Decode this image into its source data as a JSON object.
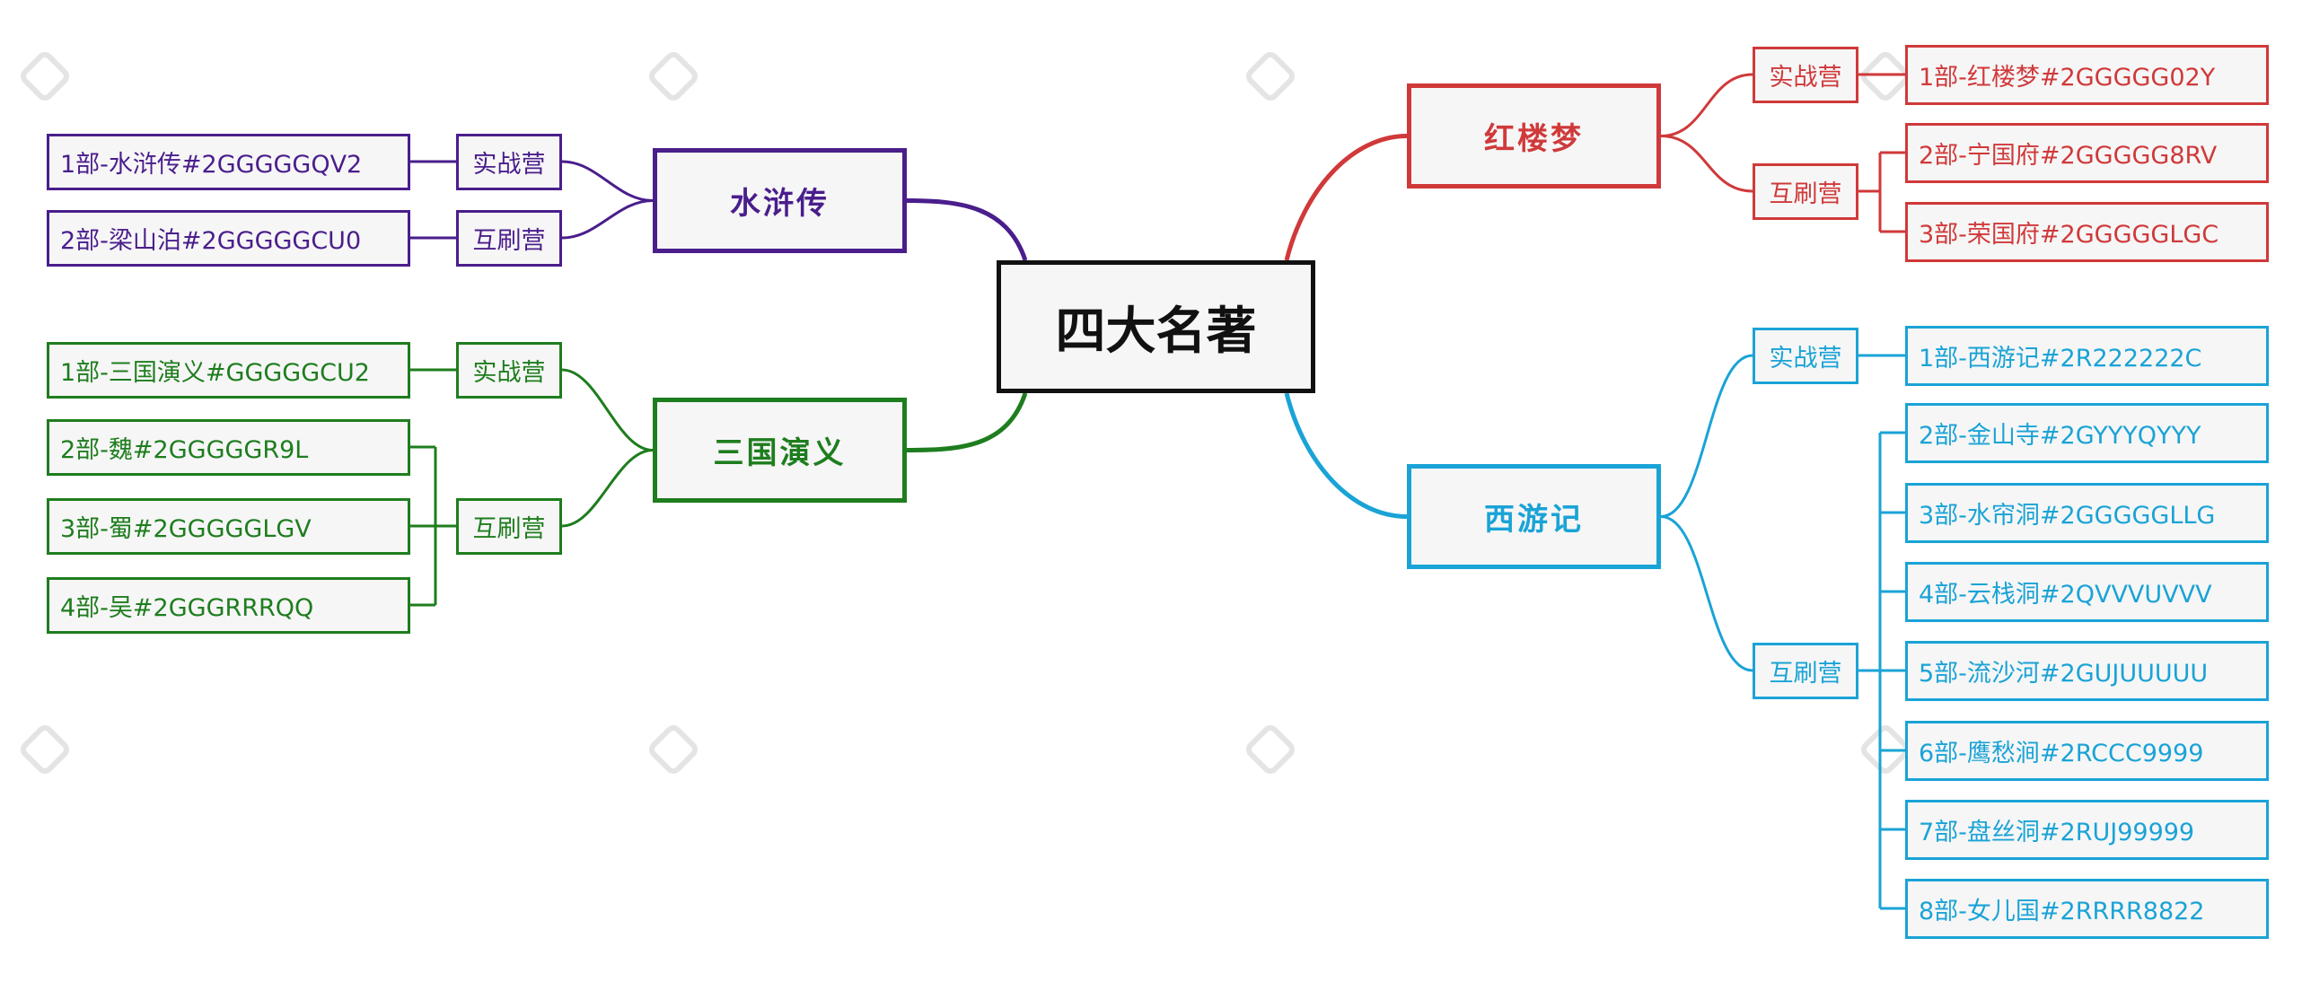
{
  "root": {
    "label": "四大名著",
    "color": "#111111"
  },
  "branches": [
    {
      "id": "shuihu",
      "label": "水浒传",
      "color": "#4a1e8c",
      "groups": [
        {
          "label": "实战营",
          "leaves": [
            "1部-水浒传#2GGGGGQV2"
          ]
        },
        {
          "label": "互刷营",
          "leaves": [
            "2部-梁山泊#2GGGGGCU0"
          ]
        }
      ]
    },
    {
      "id": "sanguo",
      "label": "三国演义",
      "color": "#1e7d1e",
      "groups": [
        {
          "label": "实战营",
          "leaves": [
            "1部-三国演义#GGGGGCU2"
          ]
        },
        {
          "label": "互刷营",
          "leaves": [
            "2部-魏#2GGGGGR9L",
            "3部-蜀#2GGGGGLGV",
            "4部-吴#2GGGRRRQQ"
          ]
        }
      ]
    },
    {
      "id": "honglou",
      "label": "红楼梦",
      "color": "#d0393a",
      "groups": [
        {
          "label": "实战营",
          "leaves": [
            "1部-红楼梦#2GGGGG02Y"
          ]
        },
        {
          "label": "互刷营",
          "leaves": [
            "2部-宁国府#2GGGGG8RV",
            "3部-荣国府#2GGGGGLGC"
          ]
        }
      ]
    },
    {
      "id": "xiyou",
      "label": "西游记",
      "color": "#1aa3d6",
      "groups": [
        {
          "label": "实战营",
          "leaves": [
            "1部-西游记#2R222222C"
          ]
        },
        {
          "label": "互刷营",
          "leaves": [
            "2部-金山寺#2GYYYQYYY",
            "3部-水帘洞#2GGGGGLLG",
            "4部-云栈洞#2QVVVUVVV",
            "5部-流沙河#2GUJUUUUU",
            "6部-鹰愁涧#2RCCC9999",
            "7部-盘丝洞#2RUJ99999",
            "8部-女儿国#2RRRR8822"
          ]
        }
      ]
    }
  ]
}
